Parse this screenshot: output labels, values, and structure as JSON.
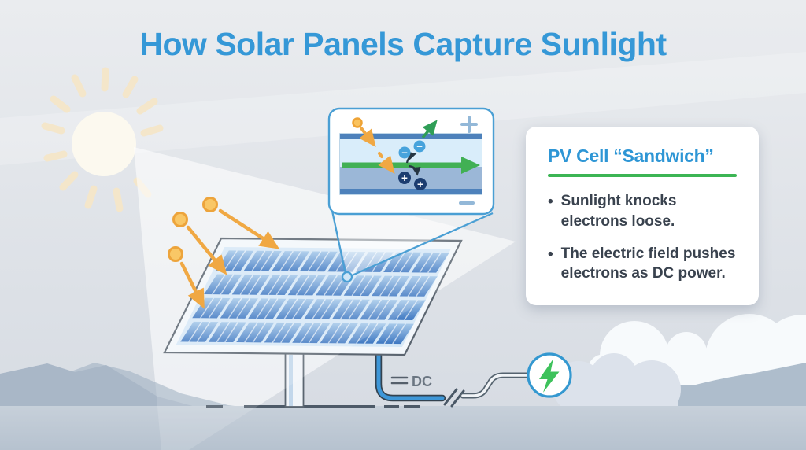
{
  "title": "How Solar Panels Capture Sunlight",
  "card": {
    "title": "PV Cell “Sandwich”",
    "bullets": [
      "Sunlight knocks electrons loose.",
      "The electric field pushes electrons as DC power."
    ]
  },
  "callout": {
    "top_terminal": "+",
    "bottom_terminal": "−",
    "electron_symbol": "−",
    "hole_symbol": "+"
  },
  "wire": {
    "dc_label": "DC"
  },
  "colors": {
    "title_blue": "#3598d7",
    "card_title_blue": "#2e96d5",
    "divider_green": "#3cb554",
    "field_arrow_green": "#41b054",
    "bolt_green": "#3ec25c",
    "panel_cell_blue": "#4078c2",
    "photon_orange": "#f0a843",
    "wire_blue": "#3e97d8",
    "electron_fill": "#47a3dc",
    "hole_fill": "#1c3d70"
  }
}
